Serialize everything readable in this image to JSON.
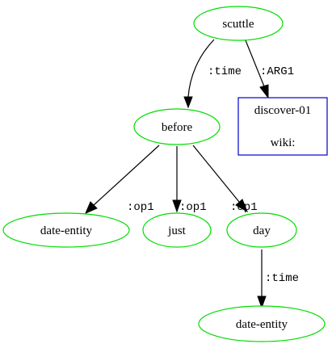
{
  "colors": {
    "concept_outline": "#00dd00",
    "frame_outline": "#0000cc",
    "edge": "#000000"
  },
  "nodes": {
    "scuttle": {
      "label": "scuttle"
    },
    "before": {
      "label": "before"
    },
    "discover": {
      "label": "discover-01",
      "sublabel": "wiki:"
    },
    "date_entity_1": {
      "label": "date-entity"
    },
    "just": {
      "label": "just"
    },
    "day": {
      "label": "day"
    },
    "date_entity_2": {
      "label": "date-entity"
    }
  },
  "edges": {
    "scuttle_before": {
      "label": ":time"
    },
    "scuttle_discover": {
      "label": ":ARG1"
    },
    "before_date_entity": {
      "label": ":op1"
    },
    "before_just": {
      "label": ":op1"
    },
    "before_day": {
      "label": ":op1"
    },
    "day_date_entity": {
      "label": ":time"
    }
  }
}
